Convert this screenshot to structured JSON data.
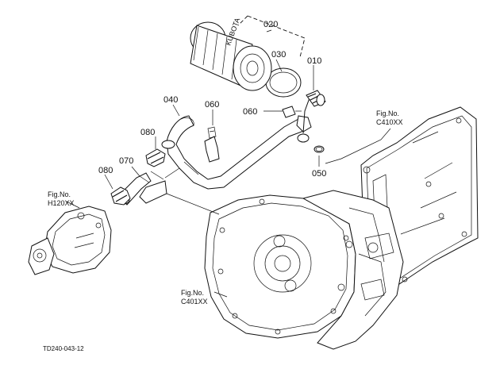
{
  "parts": [
    {
      "id": "p020",
      "number": "020"
    },
    {
      "id": "p030",
      "number": "030"
    },
    {
      "id": "p010",
      "number": "010"
    },
    {
      "id": "p040",
      "number": "040"
    },
    {
      "id": "p060a",
      "number": "060"
    },
    {
      "id": "p060b",
      "number": "060"
    },
    {
      "id": "p080a",
      "number": "080"
    },
    {
      "id": "p080b",
      "number": "080"
    },
    {
      "id": "p070",
      "number": "070"
    },
    {
      "id": "p050",
      "number": "050"
    }
  ],
  "figure_refs": [
    {
      "id": "c410",
      "line1": "Fig.No.",
      "line2": "C410XX"
    },
    {
      "id": "h120",
      "line1": "Fig.No.",
      "line2": "H120XX"
    },
    {
      "id": "c401",
      "line1": "Fig.No.",
      "line2": "C401XX"
    }
  ],
  "filter_print": "KUBOTA",
  "drawing_id": "TD240-043-12"
}
